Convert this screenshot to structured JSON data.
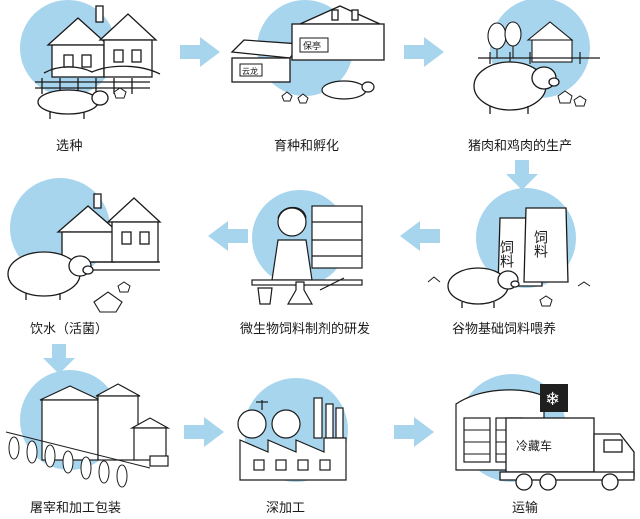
{
  "stages": [
    {
      "label": "选种",
      "building_sign": ""
    },
    {
      "label": "育种和孵化",
      "building_sign": "保亭",
      "building_sign_2": "云龙"
    },
    {
      "label": "猪肉和鸡肉的生产"
    },
    {
      "label": "谷物基础饲料喂养",
      "bag_text_1": "饲料",
      "bag_text_2": "饲料"
    },
    {
      "label": "微生物饲料制剂的研发"
    },
    {
      "label": "饮水（活菌）"
    },
    {
      "label": "屠宰和加工包装"
    },
    {
      "label": "深加工"
    },
    {
      "label": "运输",
      "truck_text": "冷藏车"
    }
  ],
  "colors": {
    "circle": "#a8d5ee",
    "arrow": "#a8d5ee",
    "snow_box": "#1f1f1f",
    "ink": "#1a1a1a"
  }
}
